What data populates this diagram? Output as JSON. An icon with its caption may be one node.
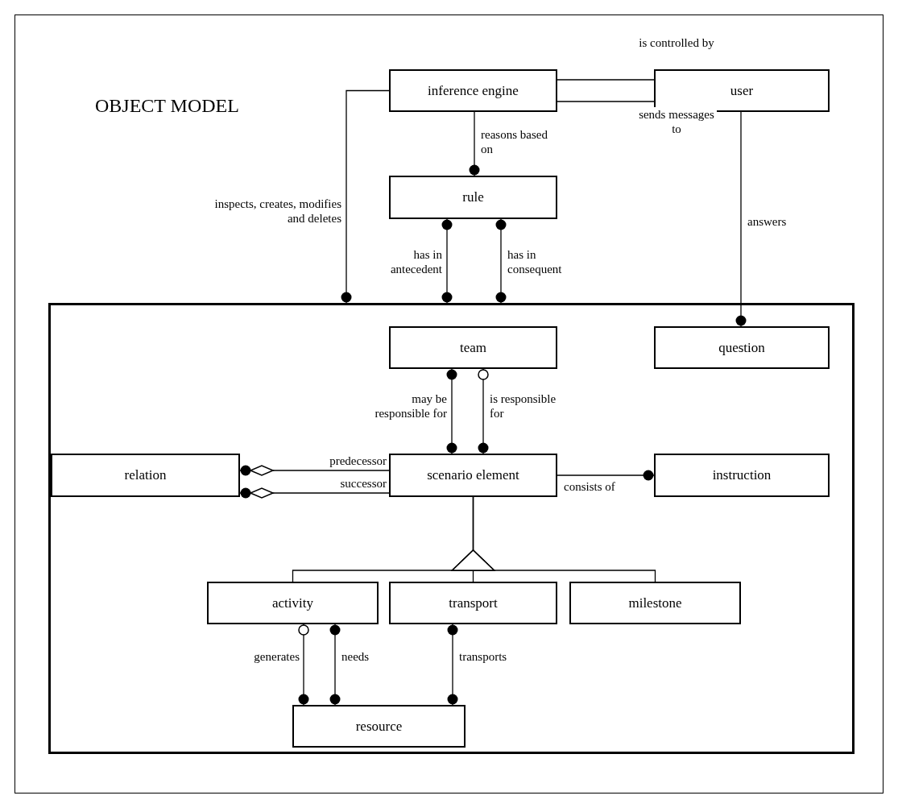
{
  "diagram": {
    "title": "OBJECT MODEL",
    "nodes": [
      {
        "text": [
          "inference engine"
        ]
      },
      {
        "text": [
          "user"
        ]
      },
      {
        "text": [
          "rule"
        ]
      },
      {
        "text": [],
        "shape": "box"
      },
      {
        "text": [
          "team"
        ],
        "in": 3
      },
      {
        "text": [
          "question"
        ],
        "in": 3
      },
      {
        "text": [
          "relation"
        ],
        "in": 3
      },
      {
        "text": [
          "scenario element"
        ],
        "in": 3
      },
      {
        "text": [
          "instruction"
        ],
        "in": 3
      },
      {
        "text": [
          "activity"
        ],
        "in": 3
      },
      {
        "text": [
          "transport"
        ],
        "in": 3
      },
      {
        "text": [
          "milestone"
        ],
        "in": 3
      },
      {
        "text": [
          "resource"
        ],
        "in": 3
      }
    ],
    "edges": [
      {
        "from": 0,
        "to": 1,
        "arrow": "none",
        "label": "is controlled by"
      },
      {
        "from": 0,
        "to": 1,
        "arrow": "none",
        "label": "sends messages to"
      },
      {
        "from": 0,
        "to": 3,
        "arrow": "other",
        "label": "inspects, creates, modifies and deletes"
      },
      {
        "from": 0,
        "to": 2,
        "arrow": "other",
        "label": "reasons based on"
      },
      {
        "from": 2,
        "to": 3,
        "arrow": "other",
        "label": "has in antecedent"
      },
      {
        "from": 2,
        "to": 3,
        "arrow": "other",
        "label": "has in consequent"
      },
      {
        "from": 1,
        "to": 5,
        "arrow": "other",
        "label": "answers"
      },
      {
        "from": 4,
        "to": 7,
        "arrow": "other",
        "label": "may be responsible for"
      },
      {
        "from": 4,
        "to": 7,
        "arrow": "other",
        "label": "is responsible for"
      },
      {
        "from": 6,
        "to": 7,
        "arrow": "other",
        "label": "predecessor"
      },
      {
        "from": 6,
        "to": 7,
        "arrow": "other",
        "label": "successor"
      },
      {
        "from": 7,
        "to": 8,
        "arrow": "other",
        "label": "consists of"
      },
      {
        "from": 9,
        "to": 7,
        "arrow": "to"
      },
      {
        "from": 10,
        "to": 7,
        "arrow": "to"
      },
      {
        "from": 11,
        "to": 7,
        "arrow": "to"
      },
      {
        "from": 9,
        "to": 12,
        "arrow": "other",
        "label": "generates"
      },
      {
        "from": 9,
        "to": 12,
        "arrow": "other",
        "label": "needs"
      },
      {
        "from": 10,
        "to": 12,
        "arrow": "other",
        "label": "transports"
      }
    ]
  }
}
